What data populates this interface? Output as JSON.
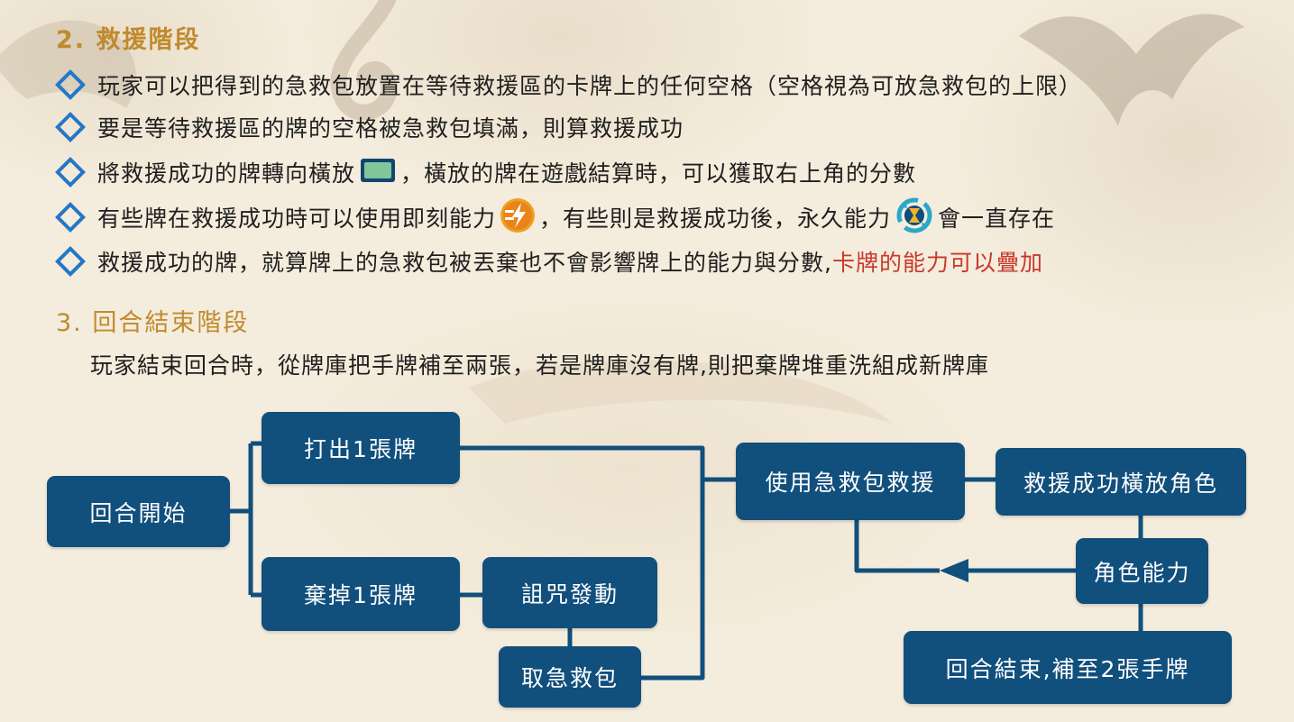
{
  "section2": {
    "title": "2. 救援階段",
    "bullets": [
      {
        "text": "玩家可以把得到的急救包放置在等待救援區的卡牌上的任何空格（空格視為可放急救包的上限）"
      },
      {
        "text": "要是等待救援區的牌的空格被急救包填滿，則算救援成功"
      },
      {
        "before": "將救援成功的牌轉向橫放",
        "after": "，橫放的牌在遊戲結算時，可以獲取右上角的分數"
      },
      {
        "before": "有些牌在救援成功時可以使用即刻能力",
        "middle": "，有些則是救援成功後，永久能力",
        "after": "會一直存在"
      },
      {
        "before": "救援成功的牌，就算牌上的急救包被丟棄也不會影響牌上的能力與分數,",
        "highlight": "卡牌的能力可以疊加"
      }
    ]
  },
  "section3": {
    "title": "3. 回合結束階段",
    "text": "玩家結束回合時，從牌庫把手牌補至兩張，若是牌庫沒有牌,則把棄牌堆重洗組成新牌庫"
  },
  "flow": {
    "start": "回合開始",
    "play": "打出1張牌",
    "discard": "棄掉1張牌",
    "curse": "詛咒發動",
    "take_kit": "取急救包",
    "use_kit": "使用急救包救援",
    "rescue_success": "救援成功橫放角色",
    "ability": "角色能力",
    "end": "回合結束,補至2張手牌"
  },
  "colors": {
    "title": "#c08a2e",
    "bullet": "#2577c6",
    "box": "#114f7d",
    "highlight": "#c8392b",
    "text": "#1f1f1f"
  },
  "icons": [
    "card-landscape-icon",
    "instant-ability-icon",
    "permanent-ability-icon"
  ]
}
